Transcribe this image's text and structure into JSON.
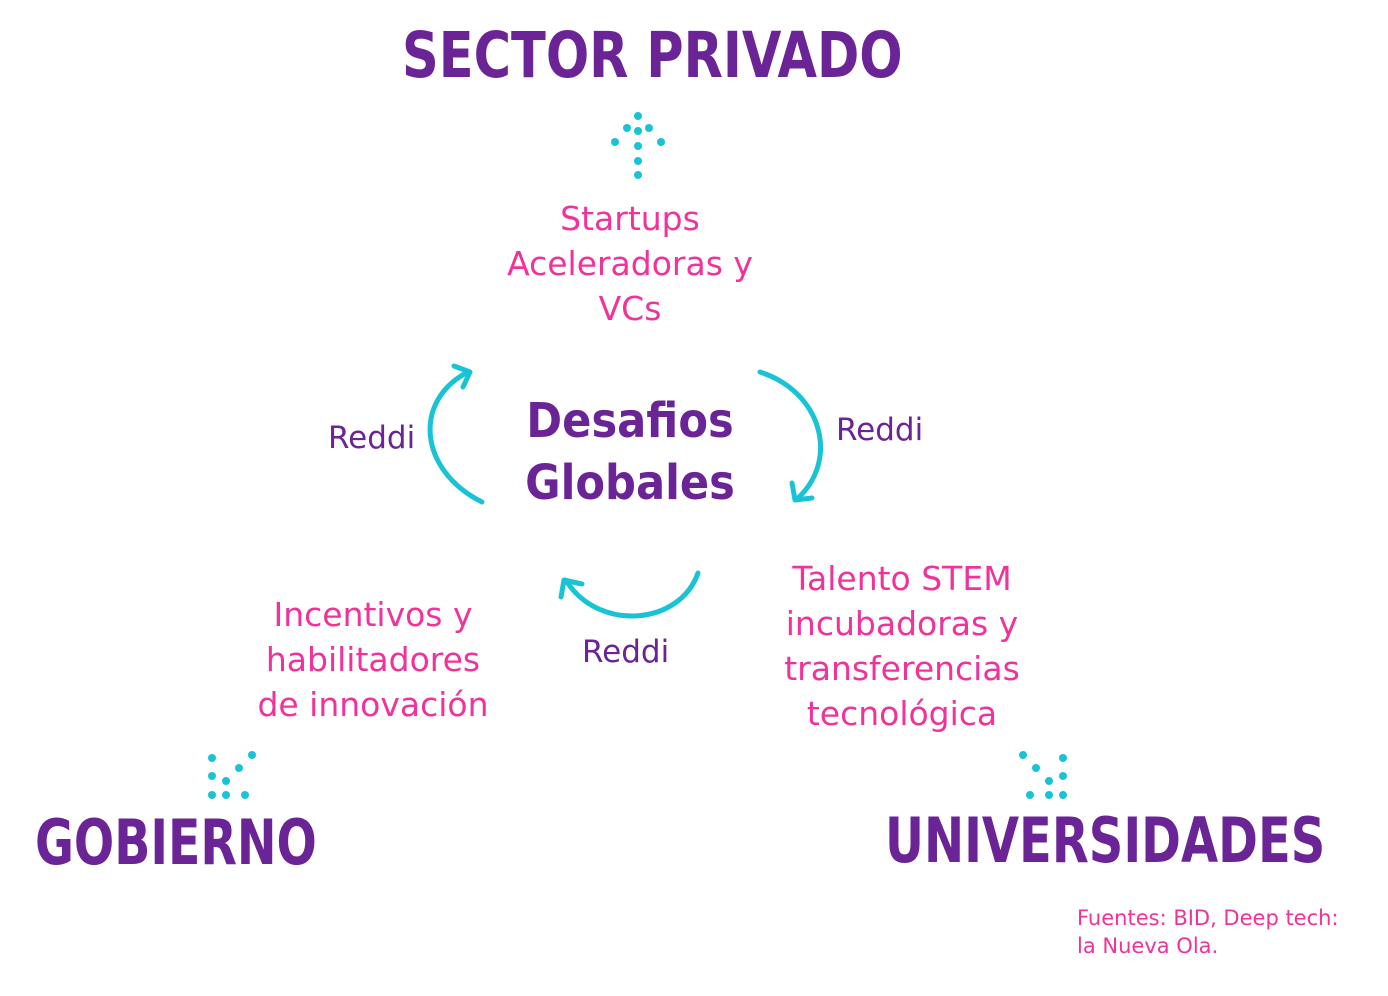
{
  "headings": {
    "sector_privado": "SECTOR PRIVADO",
    "gobierno": "GOBIERNO",
    "universidades": "UNIVERSIDADES"
  },
  "center": {
    "line1": "Desafios",
    "line2": "Globales"
  },
  "private_desc": [
    "Startups",
    "Aceleradoras y",
    "VCs"
  ],
  "gov_desc": [
    "Incentivos y",
    "habilitadores",
    "de innovación"
  ],
  "uni_desc": [
    "Talento STEM",
    "incubadoras y",
    "transferencias",
    "tecnológica"
  ],
  "cycle_labels": {
    "left": "Reddi",
    "right": "Reddi",
    "bottom": "Reddi"
  },
  "source": [
    "Fuentes: BID, Deep tech:",
    "la Nueva Ola."
  ],
  "colors": {
    "purple": "#6a2496",
    "pink": "#f0329a",
    "cyan": "#19c3d6"
  }
}
